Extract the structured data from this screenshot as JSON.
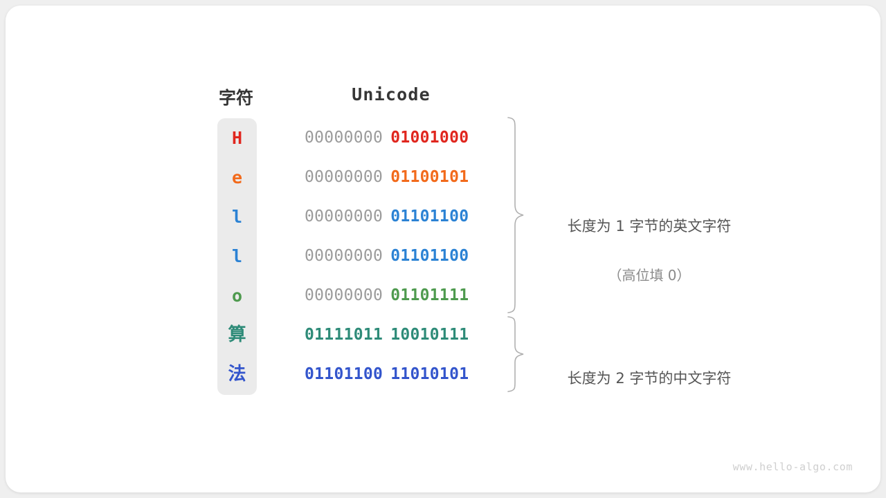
{
  "card": {
    "background": "#ffffff",
    "page_background": "#efefef"
  },
  "headers": {
    "character": "字符",
    "unicode": "Unicode"
  },
  "colors": {
    "H": "#e0261e",
    "e": "#f26a1b",
    "l": "#2b82d4",
    "o": "#4e9a4e",
    "suan": "#2e8b78",
    "fa": "#3355cc",
    "high_bits": "#9b9b9b",
    "header": "#363636",
    "annotation": "#555555",
    "annotation_sub": "#8a8a8a",
    "column_bg": "#ebebeb",
    "watermark": "#cfcfcf"
  },
  "rows": [
    {
      "char": "H",
      "cjk": false,
      "high": "00000000",
      "low": "01001000",
      "color": "#e0261e",
      "high_color": "#9b9b9b"
    },
    {
      "char": "e",
      "cjk": false,
      "high": "00000000",
      "low": "01100101",
      "color": "#f26a1b",
      "high_color": "#9b9b9b"
    },
    {
      "char": "l",
      "cjk": false,
      "high": "00000000",
      "low": "01101100",
      "color": "#2b82d4",
      "high_color": "#9b9b9b"
    },
    {
      "char": "l",
      "cjk": false,
      "high": "00000000",
      "low": "01101100",
      "color": "#2b82d4",
      "high_color": "#9b9b9b"
    },
    {
      "char": "o",
      "cjk": false,
      "high": "00000000",
      "low": "01101111",
      "color": "#4e9a4e",
      "high_color": "#9b9b9b"
    },
    {
      "char": "算",
      "cjk": true,
      "high": "01111011",
      "low": "10010111",
      "color": "#2e8b78",
      "high_color": "#2e8b78"
    },
    {
      "char": "法",
      "cjk": true,
      "high": "01101100",
      "low": "11010101",
      "color": "#3355cc",
      "high_color": "#3355cc"
    }
  ],
  "annotations": [
    {
      "line1": "长度为 1 字节的英文字符",
      "line2": "（高位填 0）",
      "spans_rows": [
        0,
        1,
        2,
        3,
        4
      ]
    },
    {
      "line1": "长度为 2 字节的中文字符",
      "line2": "",
      "spans_rows": [
        5,
        6
      ]
    }
  ],
  "watermark": "www.hello-algo.com"
}
